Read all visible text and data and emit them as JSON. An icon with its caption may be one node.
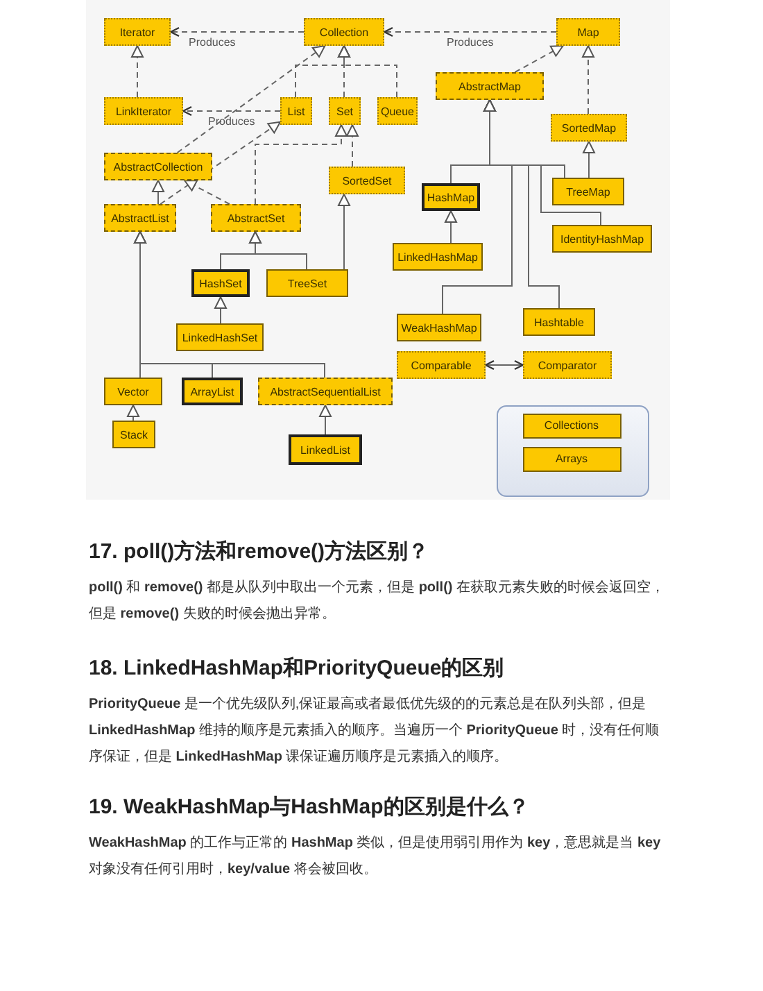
{
  "diagram": {
    "nodes": [
      {
        "text": [
          "Iterator"
        ]
      },
      {
        "text": [
          "Collection"
        ]
      },
      {
        "text": [
          "Map"
        ]
      },
      {
        "text": [
          "LinkIterator"
        ]
      },
      {
        "text": [
          "List"
        ]
      },
      {
        "text": [
          "Set"
        ]
      },
      {
        "text": [
          "Queue"
        ]
      },
      {
        "text": [
          "AbstractMap"
        ]
      },
      {
        "text": [
          "SortedMap"
        ]
      },
      {
        "text": [
          "AbstractCollection"
        ]
      },
      {
        "text": [
          "SortedSet"
        ]
      },
      {
        "text": [
          "AbstractList"
        ]
      },
      {
        "text": [
          "AbstractSet"
        ]
      },
      {
        "text": [
          "HashMap"
        ]
      },
      {
        "text": [
          "TreeMap"
        ]
      },
      {
        "text": [
          "LinkedHashMap"
        ]
      },
      {
        "text": [
          "IdentityHashMap"
        ]
      },
      {
        "text": [
          "HashSet"
        ]
      },
      {
        "text": [
          "TreeSet"
        ]
      },
      {
        "text": [
          "LinkedHashSet"
        ]
      },
      {
        "text": [
          "WeakHashMap"
        ]
      },
      {
        "text": [
          "Hashtable"
        ]
      },
      {
        "text": [
          "Comparable"
        ]
      },
      {
        "text": [
          "Comparator"
        ]
      },
      {
        "text": [
          "Vector"
        ]
      },
      {
        "text": [
          "ArrayList"
        ]
      },
      {
        "text": [
          "AbstractSequentialList"
        ]
      },
      {
        "text": [
          "Stack"
        ]
      },
      {
        "text": [
          "LinkedList"
        ]
      },
      {
        "text": [],
        "shape": "box"
      },
      {
        "text": [
          "Collections"
        ],
        "in": 29
      },
      {
        "text": [
          "Arrays"
        ],
        "in": 29
      }
    ],
    "edges": [
      {
        "from": 1,
        "to": 0,
        "arrow": "to",
        "label": "Produces",
        "style": "dashed"
      },
      {
        "from": 2,
        "to": 1,
        "arrow": "to",
        "label": "Produces",
        "style": "dashed"
      },
      {
        "from": 4,
        "to": 3,
        "arrow": "to",
        "label": "Produces",
        "style": "dashed"
      },
      {
        "from": 3,
        "to": 0,
        "arrow": "to",
        "style": "dashed"
      },
      {
        "from": 4,
        "to": 1,
        "arrow": "to",
        "style": "dashed"
      },
      {
        "from": 5,
        "to": 1,
        "arrow": "to",
        "style": "dashed"
      },
      {
        "from": 6,
        "to": 1,
        "arrow": "to",
        "style": "dashed"
      },
      {
        "from": 9,
        "to": 1,
        "arrow": "to",
        "style": "dashed"
      },
      {
        "from": 11,
        "to": 4,
        "arrow": "to",
        "style": "dashed"
      },
      {
        "from": 12,
        "to": 5,
        "arrow": "to",
        "style": "dashed"
      },
      {
        "from": 10,
        "to": 5,
        "arrow": "to",
        "style": "dashed"
      },
      {
        "from": 11,
        "to": 9,
        "arrow": "to"
      },
      {
        "from": 12,
        "to": 9,
        "arrow": "to",
        "style": "dashed"
      },
      {
        "from": 17,
        "to": 12,
        "arrow": "to"
      },
      {
        "from": 18,
        "to": 12,
        "arrow": "to"
      },
      {
        "from": 18,
        "to": 10,
        "arrow": "to"
      },
      {
        "from": 19,
        "to": 17,
        "arrow": "to"
      },
      {
        "from": 24,
        "to": 11,
        "arrow": "to"
      },
      {
        "from": 25,
        "to": 11,
        "arrow": "to"
      },
      {
        "from": 26,
        "to": 11,
        "arrow": "to"
      },
      {
        "from": 27,
        "to": 24,
        "arrow": "to"
      },
      {
        "from": 28,
        "to": 26,
        "arrow": "to"
      },
      {
        "from": 7,
        "to": 2,
        "arrow": "to",
        "style": "dashed"
      },
      {
        "from": 8,
        "to": 2,
        "arrow": "to",
        "style": "dashed"
      },
      {
        "from": 14,
        "to": 8,
        "arrow": "to"
      },
      {
        "from": 13,
        "to": 7,
        "arrow": "to"
      },
      {
        "from": 14,
        "to": 7,
        "arrow": "to"
      },
      {
        "from": 16,
        "to": 7,
        "arrow": "to"
      },
      {
        "from": 20,
        "to": 7,
        "arrow": "to"
      },
      {
        "from": 21,
        "to": 7,
        "arrow": "to"
      },
      {
        "from": 15,
        "to": 13,
        "arrow": "to"
      },
      {
        "from": 22,
        "to": 23,
        "arrow": "both"
      }
    ],
    "labels": [
      "17. poll()方法和remove()方法区别？",
      "**poll()** 和 **remove()** 都是从队列中取出一个元素，但是 **poll()** 在获取元素失败的时候会返回空，但是 **remove()** 失败的时候会抛出异常。",
      "18. LinkedHashMap和PriorityQueue的区别",
      "**PriorityQueue** 是一个优先级队列,保证最高或者最低优先级的的元素总是在队列头部，但是 **LinkedHashMap** 维持的顺序是元素插入的顺序。当遍历一个 **PriorityQueue** 时，没有任何顺序保证，但是 **LinkedHashMap** 课保证遍历顺序是元素插入的顺序。",
      "19. WeakHashMap与HashMap的区别是什么？",
      "**WeakHashMap** 的工作与正常的 **HashMap** 类似，但是使用弱引用作为 **key**，意思就是当 **key** 对象没有任何引用时，**key/value** 将会被回收。"
    ]
  }
}
